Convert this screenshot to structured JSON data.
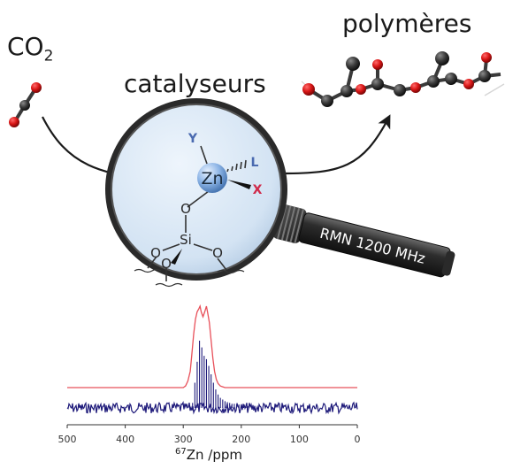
{
  "labels": {
    "co2_main": "CO",
    "co2_sub": "2",
    "catalysts": "catalyseurs",
    "polymers": "polymères",
    "handle": "RMN 1200 MHz",
    "axis_title_sup": "67",
    "axis_title_main": "Zn /ppm"
  },
  "structure": {
    "metal": "Zn",
    "ligand_y": "Y",
    "ligand_l": "L",
    "ligand_x": "X",
    "oxygen": "O",
    "silicon": "Si"
  },
  "colors": {
    "oxygen_red": "#d81616",
    "carbon_dark": "#3a3a3a",
    "lens_fill": "#d6e6f5",
    "spectrum_red": "#e8505a",
    "spectrum_blue": "#1e1a7a",
    "ligand_blue": "#4a6ab0",
    "ligand_red": "#d02a4a"
  },
  "chart_data": {
    "type": "line",
    "title": "",
    "xlabel": "67Zn /ppm",
    "ylabel": "",
    "xlim": [
      500,
      0
    ],
    "x_reversed": true,
    "x_ticks": [
      500,
      400,
      300,
      200,
      100,
      0
    ],
    "grid": false,
    "series": [
      {
        "x": [
          500,
          300,
          296,
          292,
          288,
          285,
          282,
          279,
          276,
          273,
          271,
          269,
          266,
          263,
          260,
          258,
          255,
          252,
          249,
          246,
          243,
          240,
          236,
          232,
          228,
          0
        ],
        "y": [
          0.0,
          0.0,
          0.02,
          0.08,
          0.2,
          0.42,
          0.66,
          0.84,
          0.93,
          0.97,
          1.0,
          0.93,
          0.87,
          0.93,
          1.0,
          0.92,
          0.8,
          0.58,
          0.36,
          0.2,
          0.1,
          0.05,
          0.02,
          0.01,
          0.0,
          0.0
        ]
      },
      {
        "x": [
          284,
          280,
          276,
          272,
          268,
          264,
          260,
          256,
          252,
          248,
          244,
          240,
          236,
          232,
          228,
          224,
          220,
          216,
          212,
          208,
          204,
          200,
          196,
          192,
          188
        ],
        "y": [
          0.06,
          0.3,
          0.55,
          0.8,
          0.72,
          0.62,
          0.58,
          0.5,
          0.4,
          0.3,
          0.22,
          0.16,
          0.12,
          0.1,
          0.08,
          0.07,
          0.06,
          0.05,
          0.05,
          0.04,
          0.04,
          0.03,
          0.03,
          0.02,
          0.02
        ]
      }
    ]
  }
}
